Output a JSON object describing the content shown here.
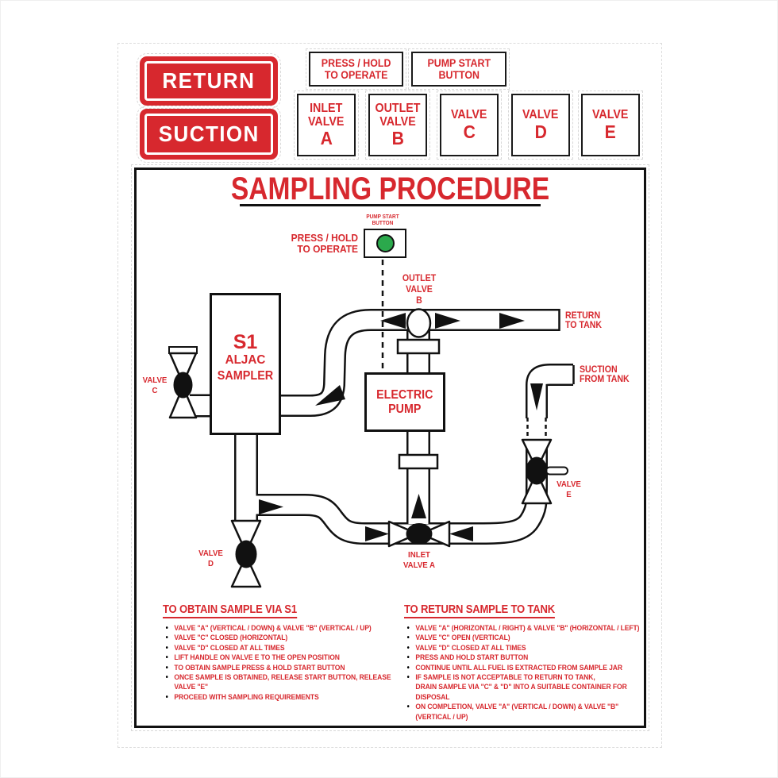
{
  "colors": {
    "red": "#d7282e",
    "green": "#2ba94c",
    "black": "#111111"
  },
  "top_signs": {
    "return": "RETURN",
    "suction": "SUCTION"
  },
  "top_labels": {
    "press_hold": "PRESS / HOLD\nTO OPERATE",
    "pump_start": "PUMP START\nBUTTON",
    "valves": [
      {
        "lines": "INLET\nVALVE",
        "letter": "A"
      },
      {
        "lines": "OUTLET\nVALVE",
        "letter": "B"
      },
      {
        "lines": "VALVE",
        "letter": "C"
      },
      {
        "lines": "VALVE",
        "letter": "D"
      },
      {
        "lines": "VALVE",
        "letter": "E"
      }
    ]
  },
  "panel": {
    "title": "SAMPLING PROCEDURE",
    "diagram": {
      "pump_start_label": "PUMP START\nBUTTON",
      "press_hold_label": "PRESS / HOLD\nTO OPERATE",
      "outlet_valve_label": "OUTLET\nVALVE\nB",
      "return_to_tank": "RETURN\nTO TANK",
      "suction_from_tank": "SUCTION\nFROM TANK",
      "sampler_line1": "S1",
      "sampler_line2": "ALJAC",
      "sampler_line3": "SAMPLER",
      "pump_label": "ELECTRIC\nPUMP",
      "valve_a_label": "INLET\nVALVE A",
      "valve_c_label": "VALVE\nC",
      "valve_d_label": "VALVE\nD",
      "valve_e_label": "VALVE\nE"
    },
    "lists": [
      {
        "heading": "TO OBTAIN SAMPLE VIA S1",
        "items": [
          "VALVE \"A\" (VERTICAL / DOWN) & VALVE \"B\" (VERTICAL / UP)",
          "VALVE \"C\" CLOSED (HORIZONTAL)",
          "VALVE \"D\" CLOSED AT ALL TIMES",
          "LIFT HANDLE ON VALVE E TO THE OPEN POSITION",
          "TO OBTAIN SAMPLE PRESS & HOLD START BUTTON",
          "ONCE SAMPLE IS OBTAINED, RELEASE START BUTTON, RELEASE VALVE \"E\"",
          "PROCEED WITH SAMPLING REQUIREMENTS"
        ]
      },
      {
        "heading": "TO RETURN SAMPLE TO TANK",
        "items": [
          "VALVE \"A\" (HORIZONTAL / RIGHT) & VALVE \"B\" (HORIZONTAL / LEFT)",
          "VALVE \"C\" OPEN (VERTICAL)",
          "VALVE \"D\" CLOSED AT ALL TIMES",
          "PRESS AND HOLD START BUTTON",
          "CONTINUE UNTIL ALL FUEL IS EXTRACTED FROM SAMPLE JAR",
          "IF SAMPLE IS NOT ACCEPTABLE TO RETURN TO TANK,\nDRAIN SAMPLE VIA \"C\" & \"D\" INTO A SUITABLE CONTAINER FOR DISPOSAL",
          "ON COMPLETION, VALVE \"A\" (VERTICAL / DOWN) & VALVE \"B\" (VERTICAL / UP)"
        ]
      }
    ]
  }
}
